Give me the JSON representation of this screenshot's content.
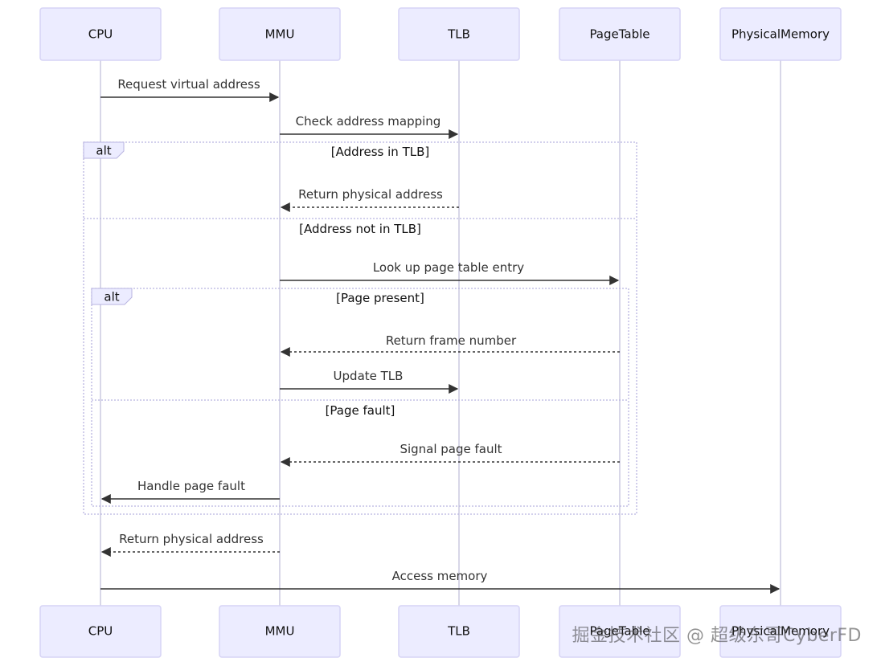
{
  "actors": [
    {
      "id": "cpu",
      "label": "CPU"
    },
    {
      "id": "mmu",
      "label": "MMU"
    },
    {
      "id": "tlb",
      "label": "TLB"
    },
    {
      "id": "pt",
      "label": "PageTable"
    },
    {
      "id": "pm",
      "label": "PhysicalMemory"
    }
  ],
  "messages": [
    {
      "from": "cpu",
      "to": "mmu",
      "text": "Request virtual address",
      "style": "solid"
    },
    {
      "from": "mmu",
      "to": "tlb",
      "text": "Check address mapping",
      "style": "solid"
    },
    {
      "from": "tlb",
      "to": "mmu",
      "text": "Return physical address",
      "style": "dashed"
    },
    {
      "from": "mmu",
      "to": "pt",
      "text": "Look up page table entry",
      "style": "solid"
    },
    {
      "from": "pt",
      "to": "mmu",
      "text": "Return frame number",
      "style": "dashed"
    },
    {
      "from": "mmu",
      "to": "tlb",
      "text": "Update TLB",
      "style": "solid"
    },
    {
      "from": "pt",
      "to": "mmu",
      "text": "Signal page fault",
      "style": "dashed"
    },
    {
      "from": "mmu",
      "to": "cpu",
      "text": "Handle page fault",
      "style": "solid"
    },
    {
      "from": "mmu",
      "to": "cpu",
      "text": "Return physical address",
      "style": "dashed"
    },
    {
      "from": "cpu",
      "to": "pm",
      "text": "Access memory",
      "style": "solid"
    }
  ],
  "frames": [
    {
      "kind": "alt",
      "conditions": [
        "[Address in TLB]",
        "[Address not in TLB]"
      ]
    },
    {
      "kind": "alt",
      "conditions": [
        "[Page present]",
        "[Page fault]"
      ]
    }
  ],
  "watermark": "掘金技术社区 @ 超级东哥CyberFD"
}
